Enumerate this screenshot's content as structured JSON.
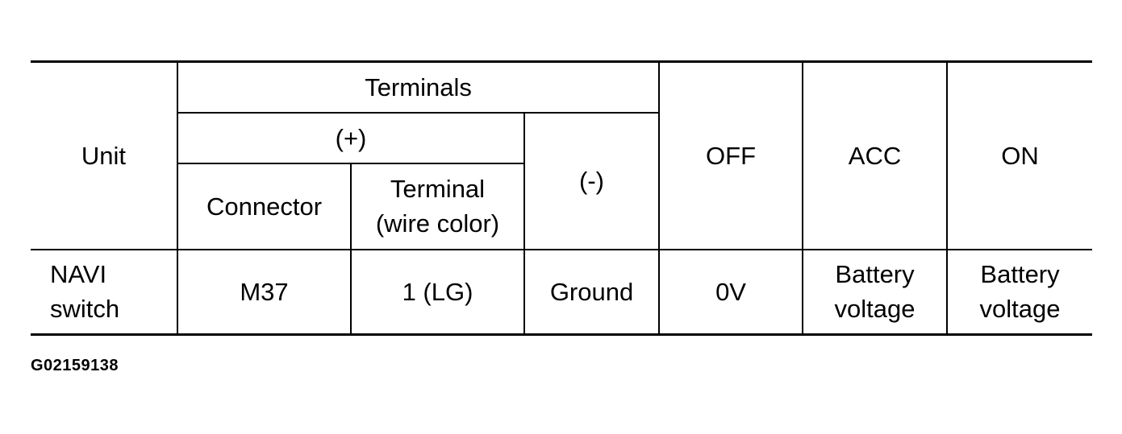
{
  "table": {
    "header": {
      "unit": "Unit",
      "terminals": "Terminals",
      "positive": "(+)",
      "negative": "(-)",
      "connector": "Connector",
      "terminal_line1": "Terminal",
      "terminal_line2": "(wire color)",
      "off": "OFF",
      "acc": "ACC",
      "on": "ON"
    },
    "row": {
      "unit_line1": "NAVI",
      "unit_line2": "switch",
      "connector": "M37",
      "terminal": "1 (LG)",
      "negative": "Ground",
      "off": "0V",
      "acc_line1": "Battery",
      "acc_line2": "voltage",
      "on_line1": "Battery",
      "on_line2": "voltage"
    }
  },
  "figure_code": "G02159138"
}
